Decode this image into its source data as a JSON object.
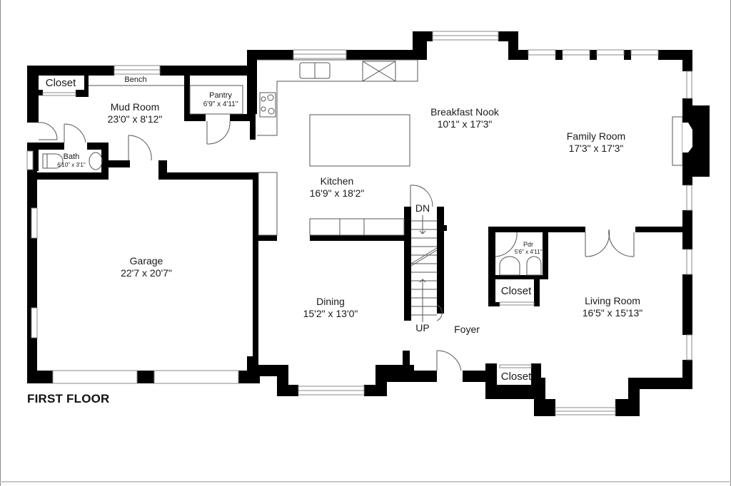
{
  "plan": {
    "title": "FIRST FLOOR",
    "wall_color": "#000000",
    "background_color": "#ffffff",
    "fixture_stroke": "#555555"
  },
  "rooms": {
    "mud_room": {
      "name": "Mud Room",
      "dims": "23'0\" x 8'12\""
    },
    "pantry": {
      "name": "Pantry",
      "dims": "6'9\" x 4'11\""
    },
    "bath": {
      "name": "Bath",
      "dims": "6'10\" x 3'1\""
    },
    "garage": {
      "name": "Garage",
      "dims": "22'7 x 20'7\""
    },
    "kitchen": {
      "name": "Kitchen",
      "dims": "16'9\" x 18'2\""
    },
    "breakfast_nook": {
      "name": "Breakfast Nook",
      "dims": "10'1\" x 17'3\""
    },
    "family_room": {
      "name": "Family Room",
      "dims": "17'3\" x 17'3\""
    },
    "dining": {
      "name": "Dining",
      "dims": "15'2\" x 13'0\""
    },
    "living_room": {
      "name": "Living Room",
      "dims": "16'5\" x 15'13\""
    },
    "powder": {
      "name": "Pdr",
      "dims": "5'6\" x 4'11\""
    }
  },
  "labels": {
    "closet_mud": "Closet",
    "closet_pdr": "Closet",
    "closet_foyer": "Closet",
    "bench": "Bench",
    "foyer": "Foyer",
    "stairs_down": "DN",
    "stairs_up": "UP"
  }
}
